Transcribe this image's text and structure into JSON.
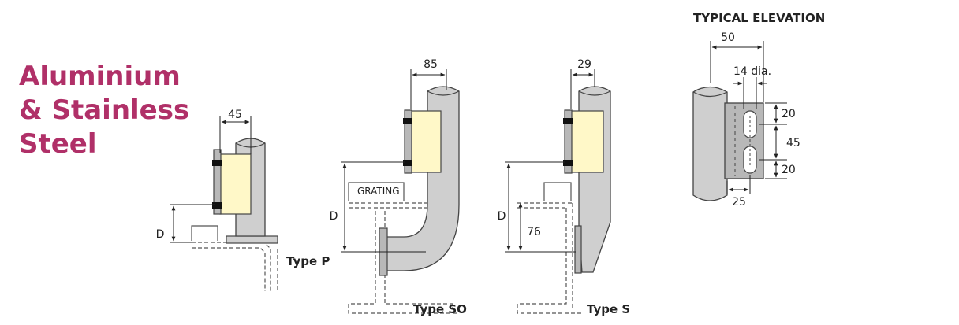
{
  "title_lines": [
    "Aluminium",
    "& Stainless",
    "Steel"
  ],
  "elevation": {
    "heading": "TYPICAL ELEVATION",
    "dim_width": "50",
    "dim_hole": "14 dia.",
    "dim_top": "20",
    "dim_mid": "45",
    "dim_bottom": "20",
    "dim_base": "25"
  },
  "type_p": {
    "label": "Type P",
    "dim_top": "45",
    "dim_side": "D"
  },
  "type_so": {
    "label": "Type SO",
    "dim_top": "85",
    "dim_side": "D",
    "grating": "GRATING"
  },
  "type_s": {
    "label": "Type S",
    "dim_top": "29",
    "dim_side": "D",
    "dim_inner": "76"
  },
  "colors": {
    "title": "#b03068",
    "pipe": "#cfcfcf",
    "block": "#fff8c8",
    "plate": "#b8b8b8",
    "bolt": "#111111"
  }
}
